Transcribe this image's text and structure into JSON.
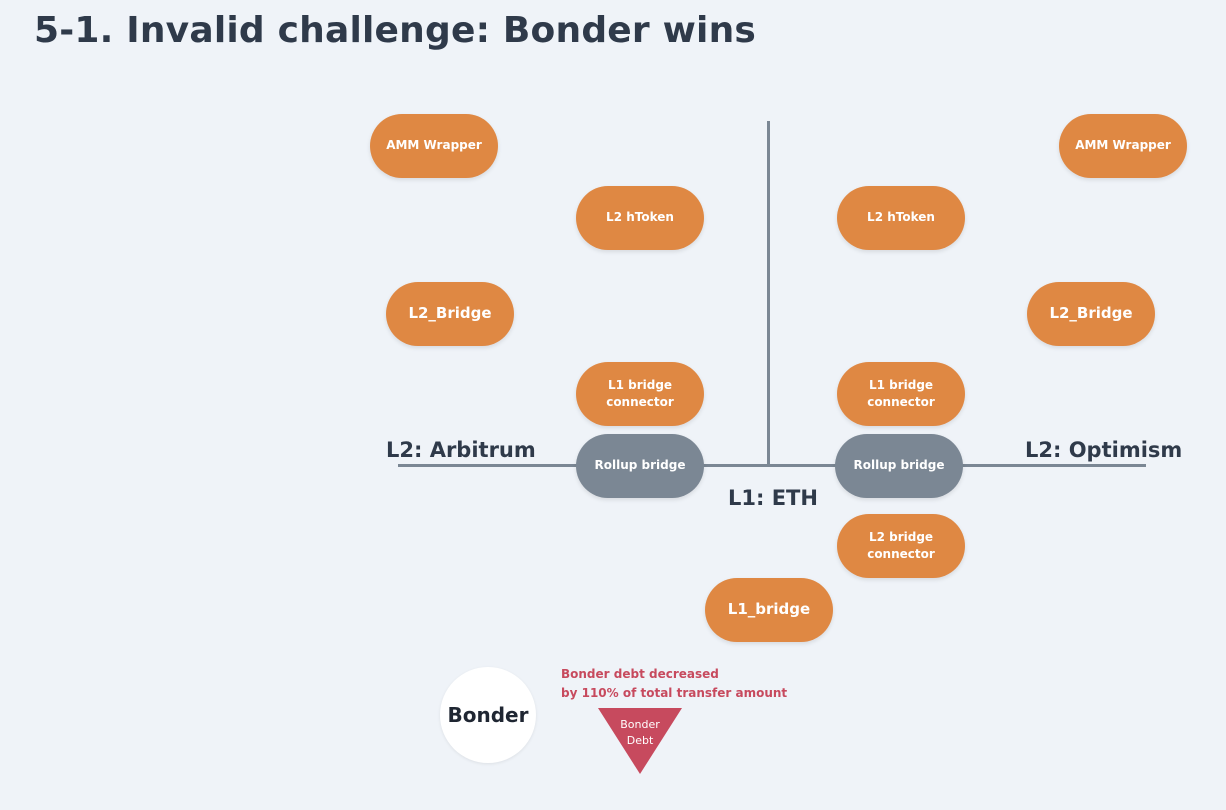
{
  "title": "5-1. Invalid challenge: Bonder wins",
  "labels": {
    "l2_arbitrum": "L2: Arbitrum",
    "l2_optimism": "L2: Optimism",
    "l1_eth": "L1: ETH"
  },
  "arbitrum": {
    "amm_wrapper": "AMM Wrapper",
    "l2_htoken": "L2 hToken",
    "l2_bridge": "L2_Bridge",
    "l1_bridge_connector_1": "L1 bridge",
    "l1_bridge_connector_2": "connector",
    "rollup_bridge": "Rollup bridge"
  },
  "optimism": {
    "amm_wrapper": "AMM Wrapper",
    "l2_htoken": "L2 hToken",
    "l2_bridge": "L2_Bridge",
    "l1_bridge_connector_1": "L1 bridge",
    "l1_bridge_connector_2": "connector",
    "rollup_bridge": "Rollup bridge"
  },
  "l1": {
    "l2_bridge_connector_1": "L2 bridge",
    "l2_bridge_connector_2": "connector",
    "l1_bridge": "L1_bridge"
  },
  "bonder": {
    "label": "Bonder",
    "note_line1": "Bonder debt decreased",
    "note_line2": "by 110% of total transfer amount",
    "debt_line1": "Bonder",
    "debt_line2": "Debt"
  },
  "colors": {
    "contract": "#df8843",
    "rollup": "#7b8794",
    "debt": "#c74a5e",
    "background": "#eff3f8"
  }
}
